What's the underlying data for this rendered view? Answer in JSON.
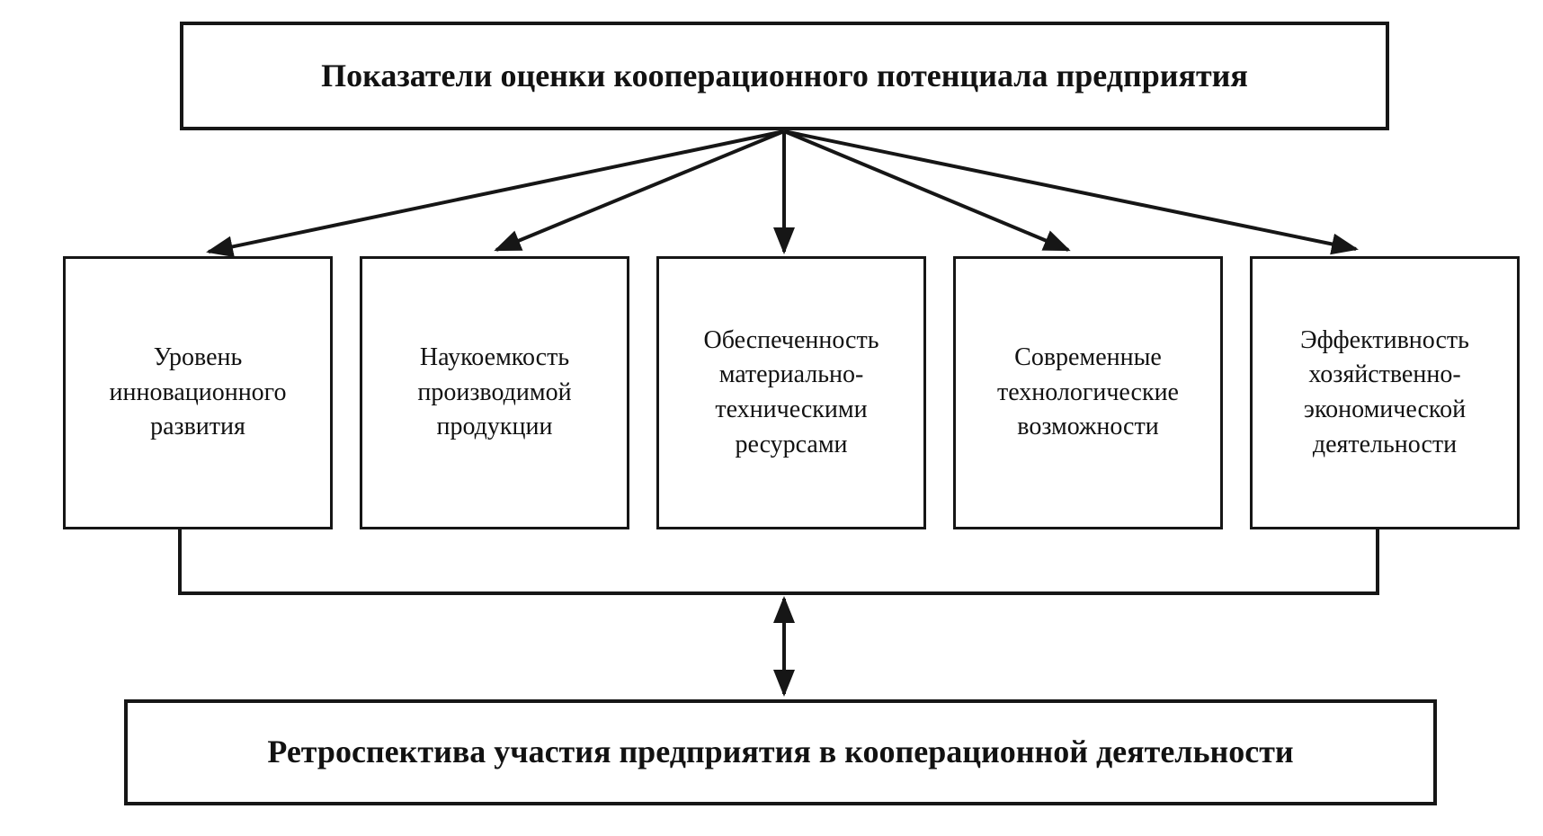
{
  "diagram": {
    "title_box": "Показатели оценки кооперационного потенциала предприятия",
    "factors": [
      {
        "label": "Уровень инновационного развития"
      },
      {
        "label": "Наукоемкость производимой продукции"
      },
      {
        "label": "Обеспеченность материально-техническими ресурсами"
      },
      {
        "label": "Современные технологические возможности"
      },
      {
        "label": "Эффективность хозяйственно-экономической деятельности"
      }
    ],
    "bottom_box": "Ретроспектива участия предприятия в кооперационной деятельности",
    "colors": {
      "line": "#161616",
      "box_border": "#161616",
      "background": "#ffffff",
      "text": "#121212"
    }
  }
}
